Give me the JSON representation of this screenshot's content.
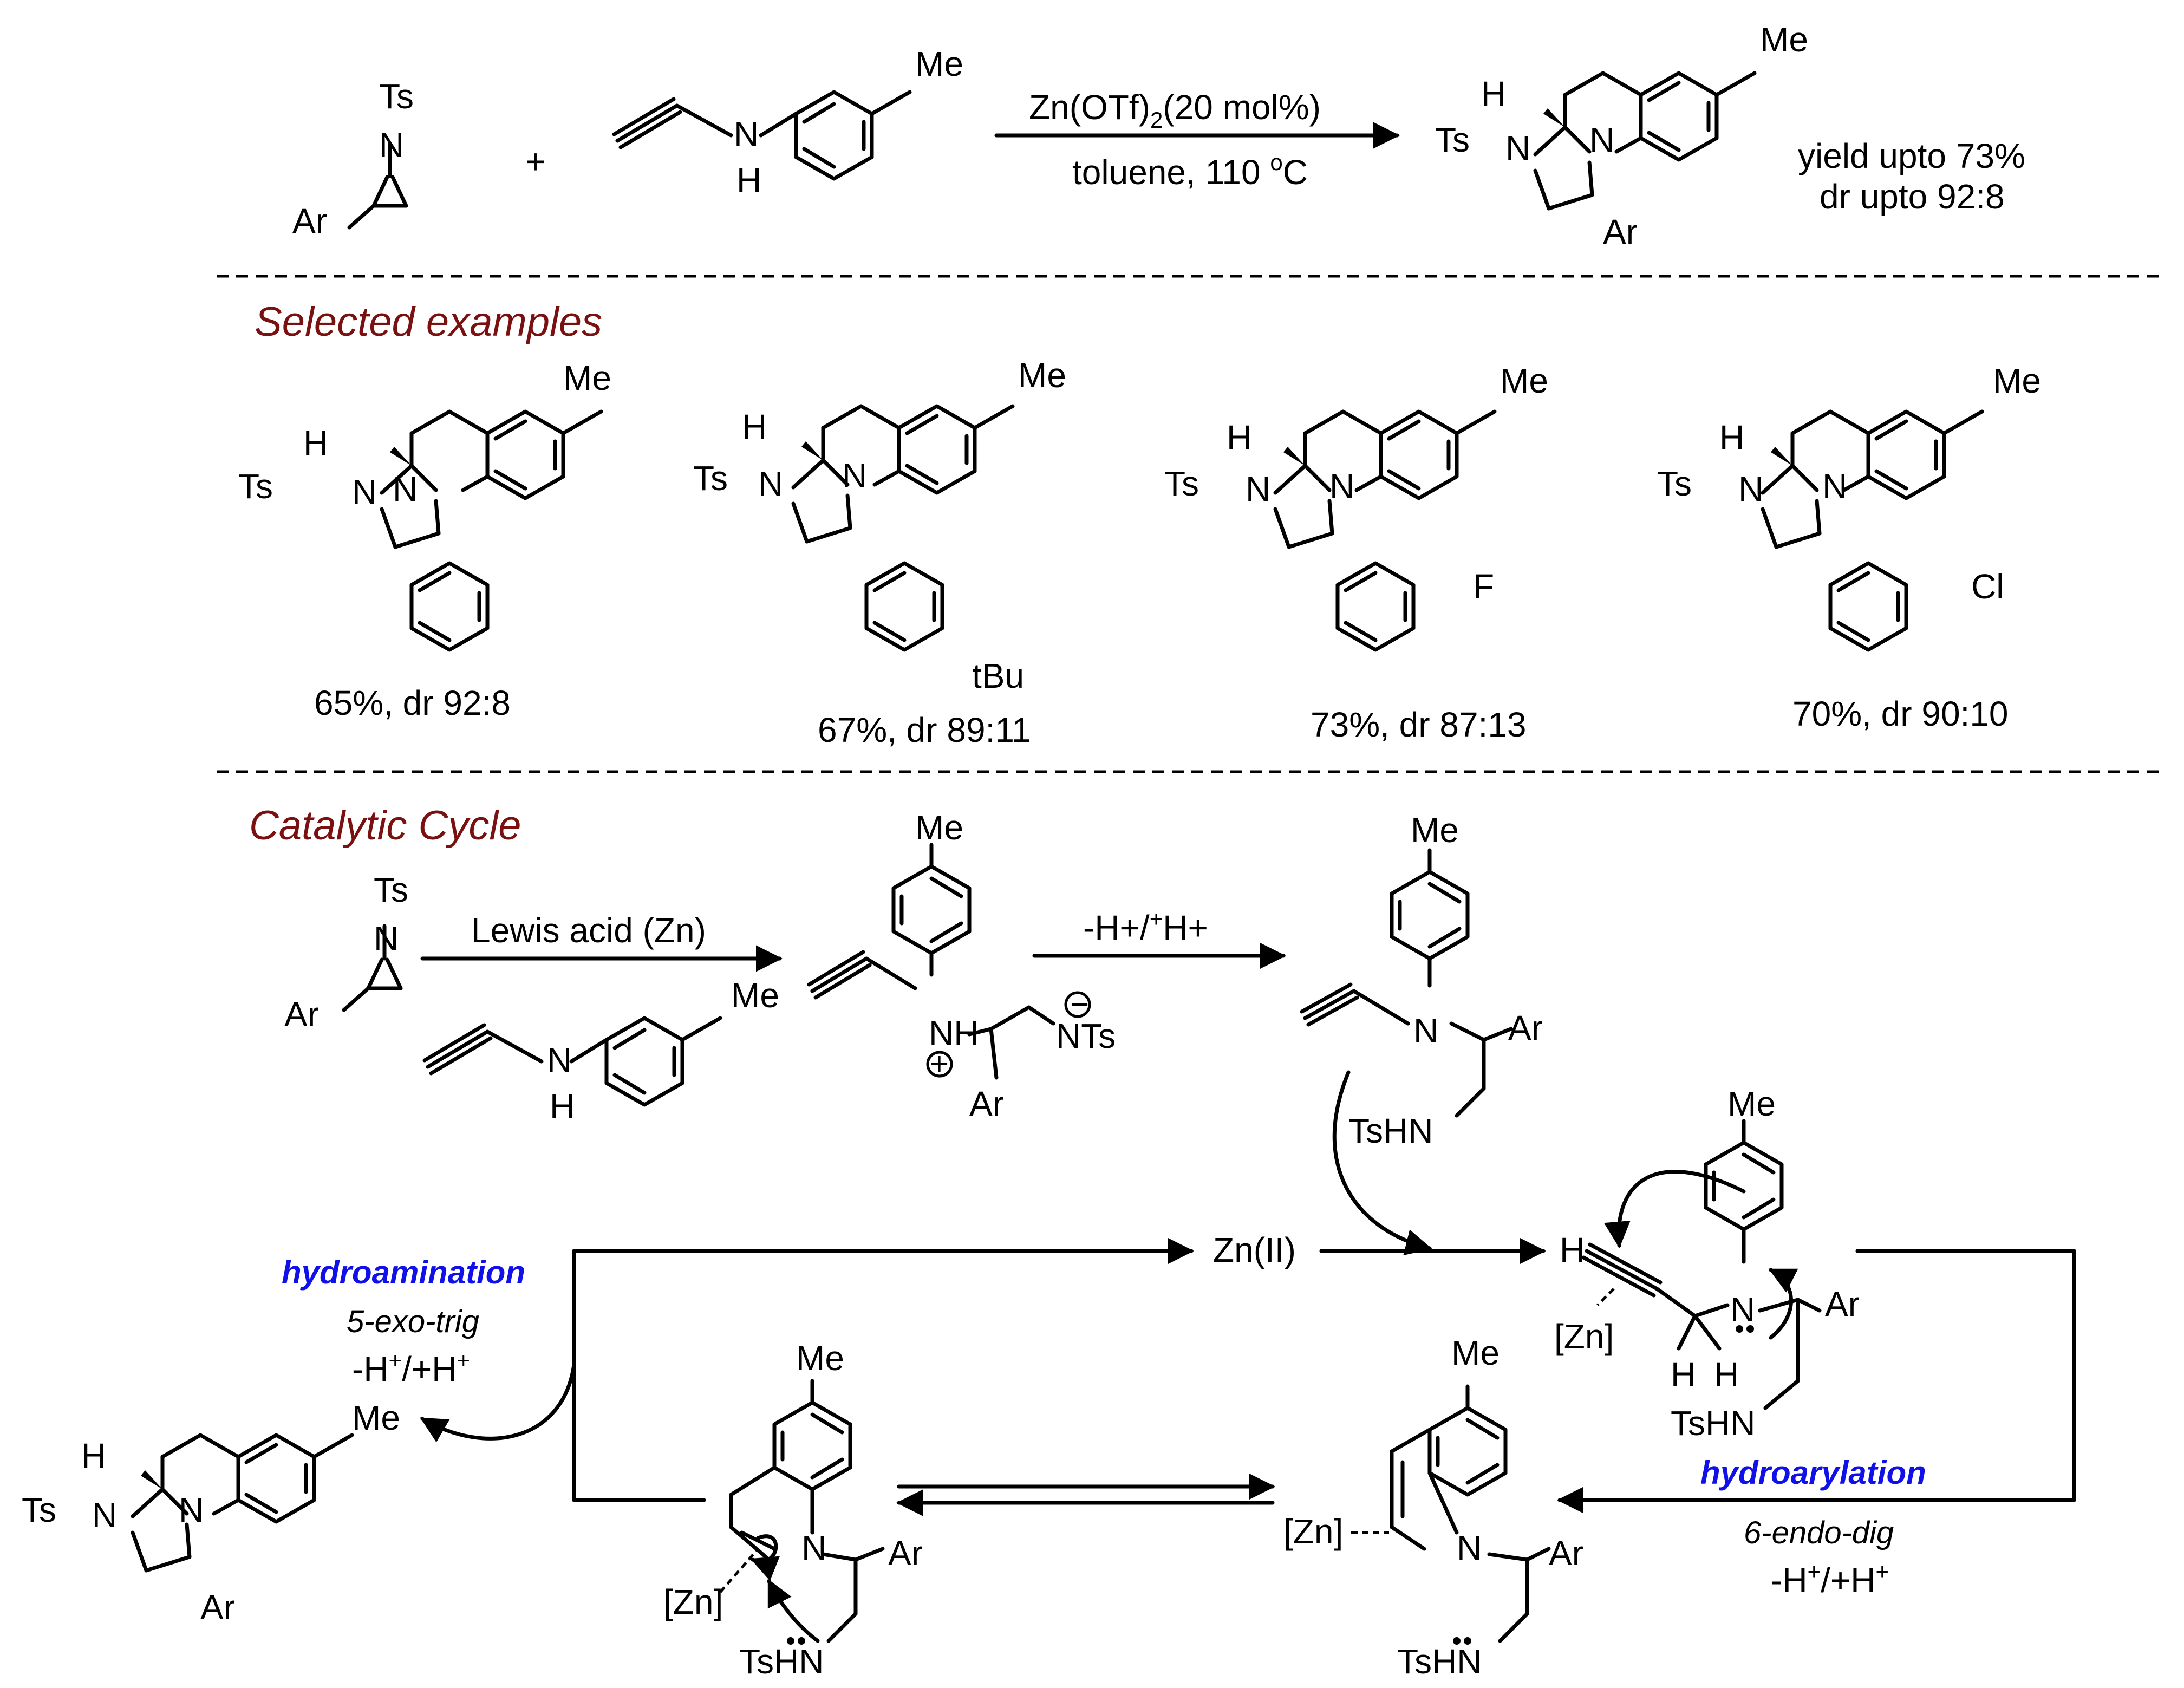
{
  "atoms": {
    "Ts": "Ts",
    "N": "N",
    "H": "H",
    "NH": "NH",
    "Ar": "Ar",
    "Me": "Me",
    "F": "F",
    "Cl": "Cl",
    "tBu": "tBu",
    "NTs": "NTs",
    "TsHN": "TsHN",
    "Zn": "[Zn]",
    "ZnII": "Zn(II)",
    "plus": "+",
    "minus": "−",
    "ts_dash": "Ts −"
  },
  "reaction": {
    "reagent_prefix": "Zn(OTf)",
    "reagent_sub": "2",
    "reagent_suffix": "(20 mol%)",
    "conditions_prefix": "toluene, 110 ",
    "conditions_sup": "o",
    "conditions_suffix": "C",
    "yield": "yield upto 73%",
    "dr": "dr upto 92:8"
  },
  "sections": {
    "examples_title": "Selected examples",
    "cycle_title": "Catalytic Cycle"
  },
  "examples": [
    {
      "result": "65%, dr 92:8"
    },
    {
      "result": "67%, dr 89:11"
    },
    {
      "result": "73%, dr 87:13"
    },
    {
      "result": "70%, dr 90:10"
    }
  ],
  "cycle": {
    "lewis_acid": "Lewis acid (Zn)",
    "proton_shuttle": "-H+/",
    "proton_shuttle_sup": "+",
    "proton_shuttle_end": "H+",
    "hydroamination": "hydroamination",
    "exo": "5-exo-trig",
    "hydroarylation": "hydroarylation",
    "endo": "6-endo-dig",
    "ph_a": "-H",
    "ph_sup": "+",
    "ph_b": "/+H"
  }
}
